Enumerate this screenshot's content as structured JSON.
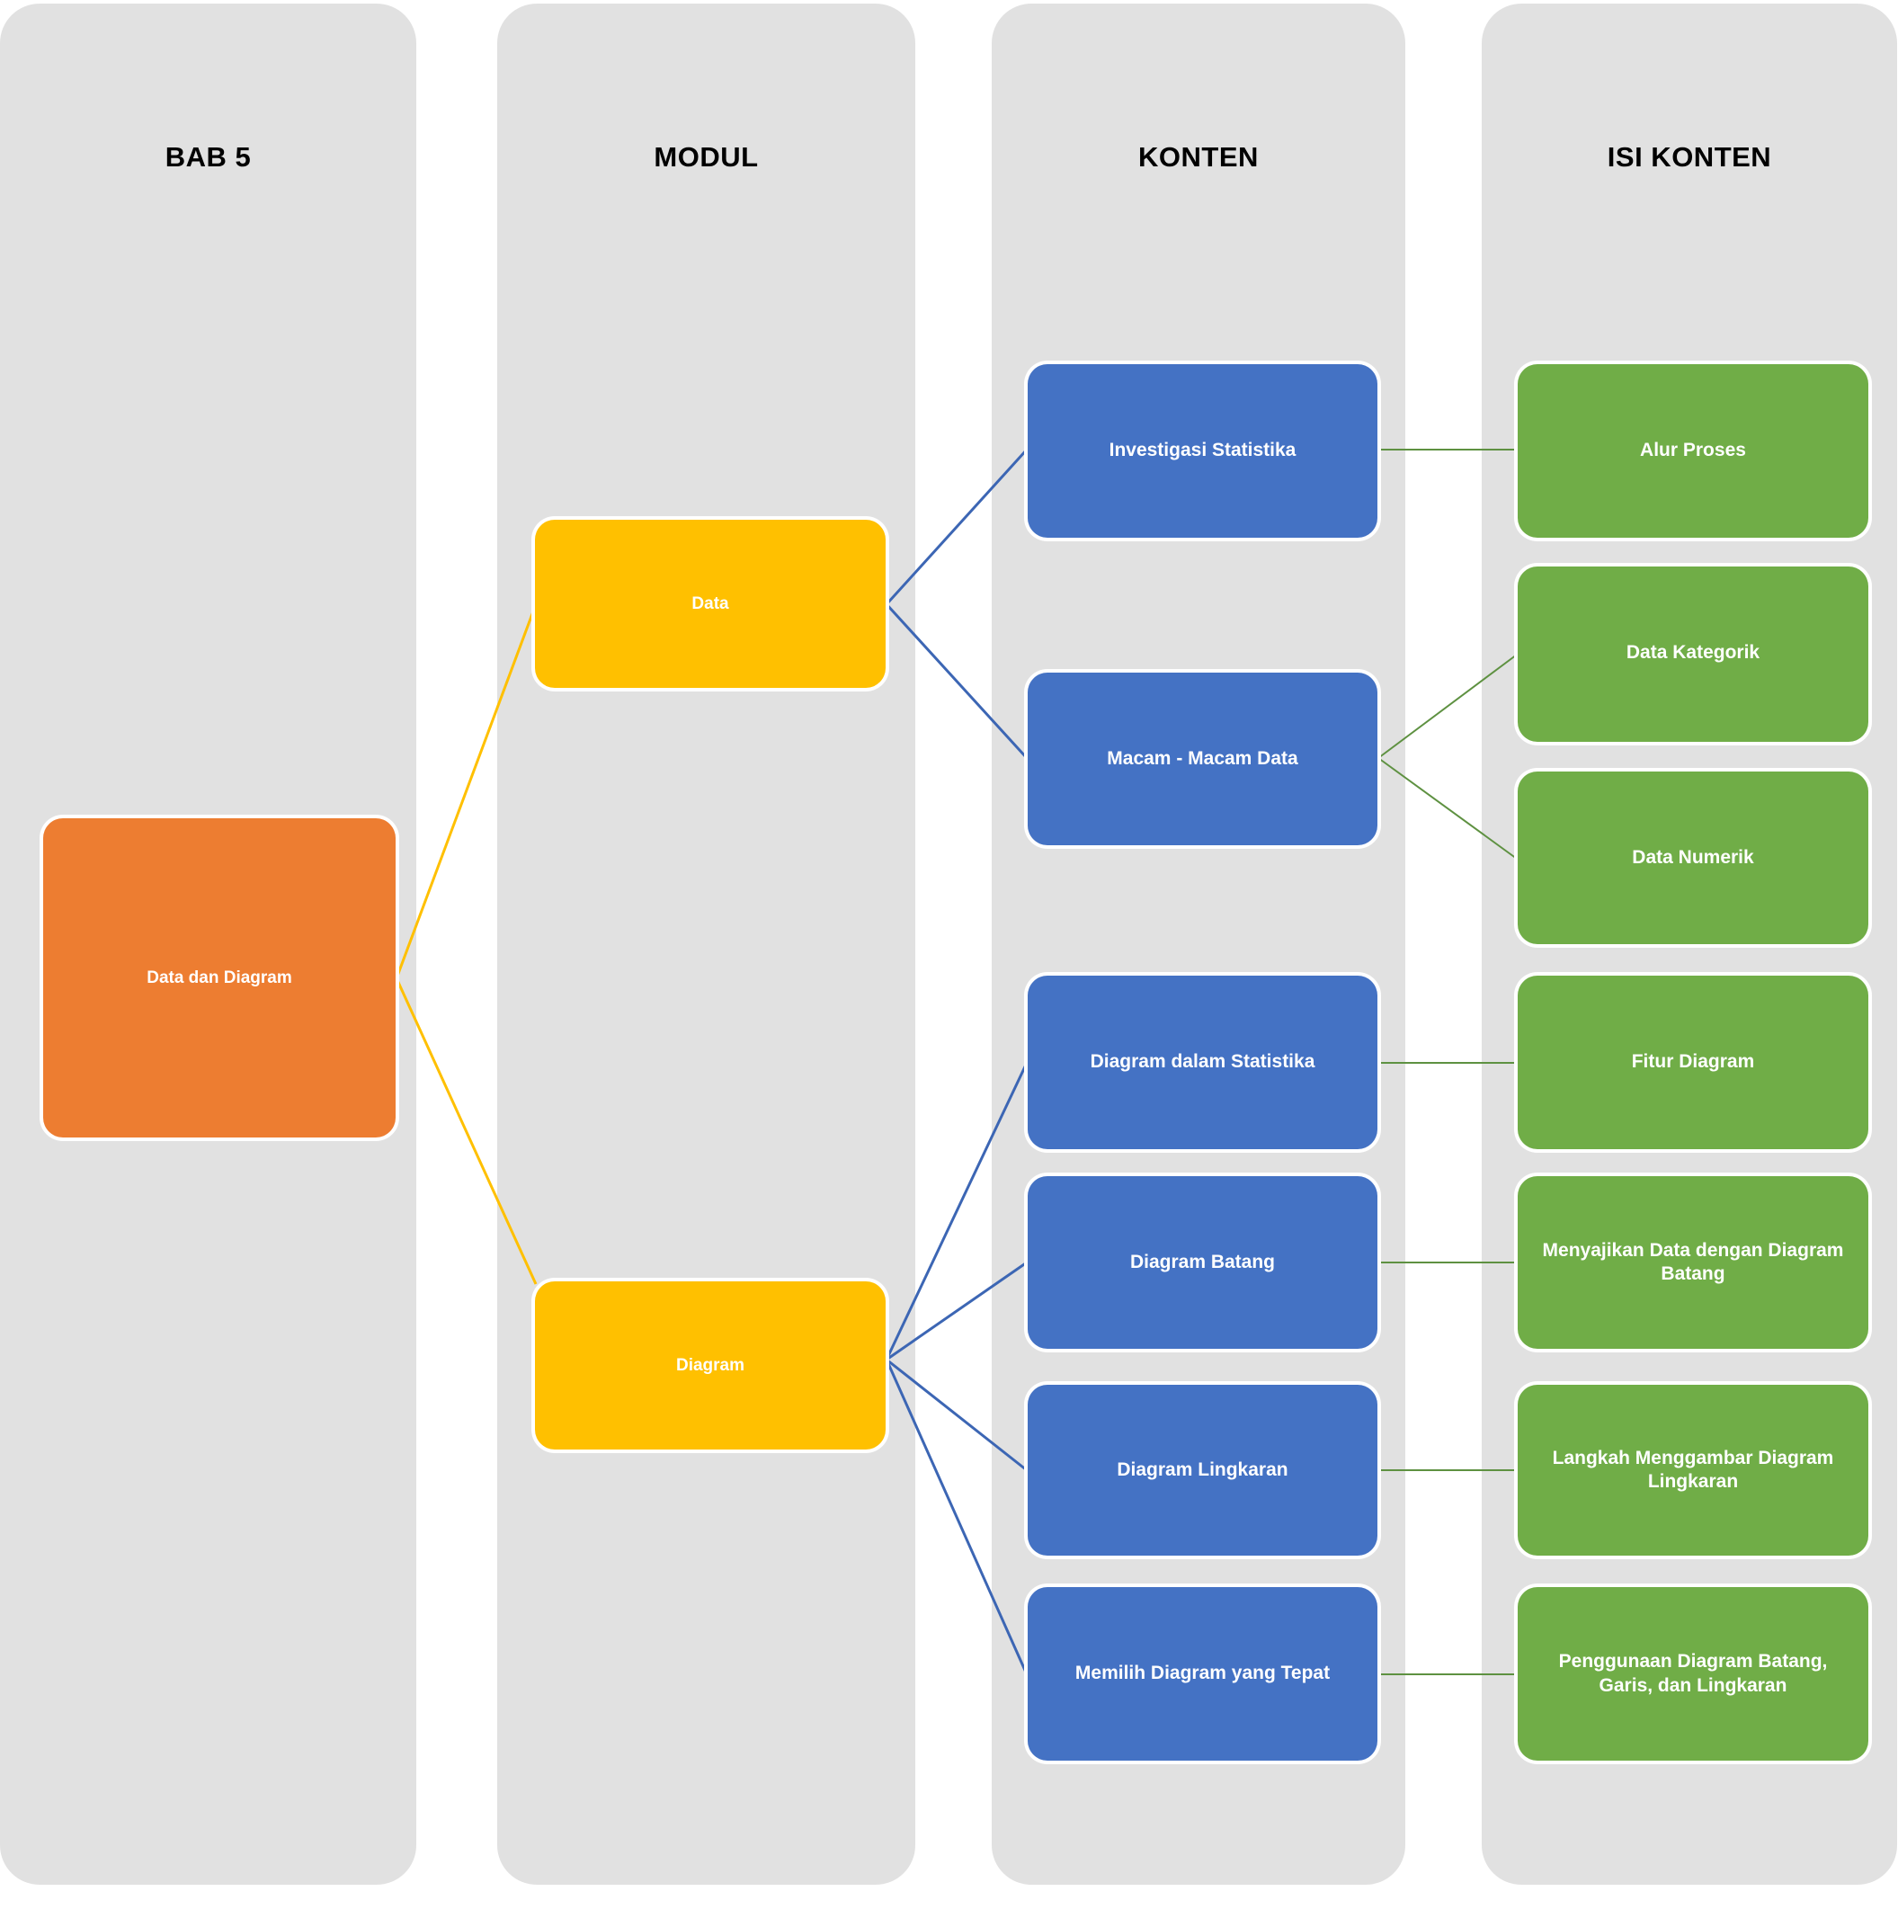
{
  "columns": [
    {
      "id": "bab",
      "title": "BAB 5"
    },
    {
      "id": "modul",
      "title": "MODUL"
    },
    {
      "id": "konten",
      "title": "KONTEN"
    },
    {
      "id": "isi",
      "title": "ISI KONTEN"
    }
  ],
  "colors": {
    "panel": "#E1E1E1",
    "root": "#ED7D31",
    "module": "#FFC000",
    "content": "#4472C4",
    "subcontent": "#70AD47",
    "page_background": "#FFFFFF",
    "title_text": "#000000",
    "node_text": "#FFFFFF"
  },
  "root": {
    "label": "Data dan Diagram"
  },
  "modules": [
    {
      "label": "Data"
    },
    {
      "label": "Diagram"
    }
  ],
  "contents": [
    {
      "label": "Investigasi Statistika"
    },
    {
      "label": "Macam - Macam Data"
    },
    {
      "label": "Diagram dalam Statistika"
    },
    {
      "label": "Diagram Batang"
    },
    {
      "label": "Diagram Lingkaran"
    },
    {
      "label": "Memilih Diagram yang Tepat"
    }
  ],
  "subcontents": [
    {
      "label": "Alur Proses"
    },
    {
      "label": "Data Kategorik"
    },
    {
      "label": "Data Numerik"
    },
    {
      "label": "Fitur Diagram"
    },
    {
      "label": "Menyajikan Data dengan Diagram Batang"
    },
    {
      "label": "Langkah Menggambar Diagram Lingkaran"
    },
    {
      "label": "Penggunaan Diagram Batang, Garis, dan Lingkaran"
    }
  ],
  "chart_data": {
    "type": "table",
    "title": "BAB 5 - Data dan Diagram",
    "hierarchy": [
      {
        "bab": "Data dan Diagram",
        "modul": "Data",
        "konten": [
          {
            "label": "Investigasi Statistika",
            "isi_konten": [
              "Alur Proses"
            ]
          },
          {
            "label": "Macam - Macam Data",
            "isi_konten": [
              "Data Kategorik",
              "Data Numerik"
            ]
          }
        ]
      },
      {
        "bab": "Data dan Diagram",
        "modul": "Diagram",
        "konten": [
          {
            "label": "Diagram dalam Statistika",
            "isi_konten": [
              "Fitur Diagram"
            ]
          },
          {
            "label": "Diagram Batang",
            "isi_konten": [
              "Menyajikan Data dengan Diagram Batang"
            ]
          },
          {
            "label": "Diagram Lingkaran",
            "isi_konten": [
              "Langkah Menggambar Diagram Lingkaran"
            ]
          },
          {
            "label": "Memilih Diagram yang Tepat",
            "isi_konten": [
              "Penggunaan Diagram Batang, Garis, dan Lingkaran"
            ]
          }
        ]
      }
    ]
  }
}
